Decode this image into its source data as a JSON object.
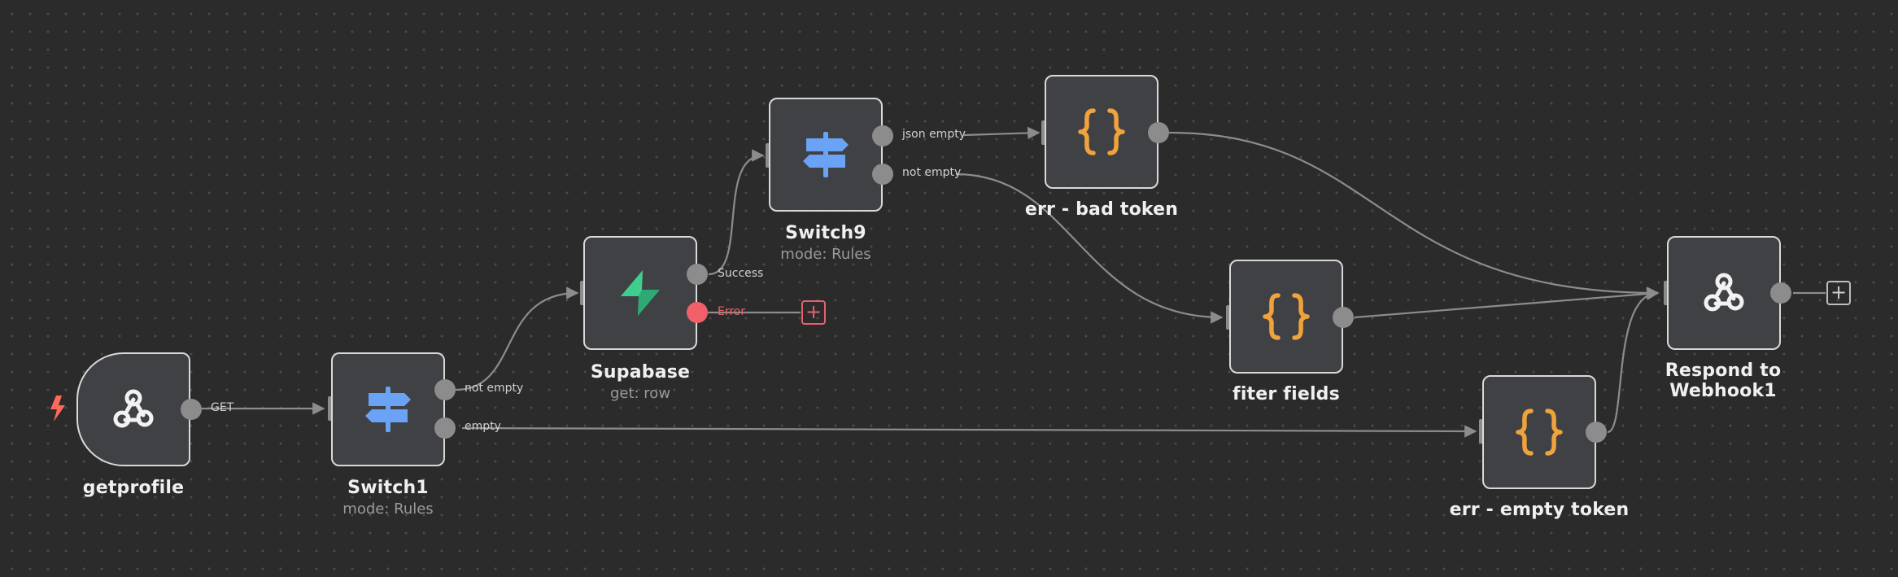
{
  "nodes": {
    "getprofile": {
      "title": "getprofile",
      "icon": "webhook-icon"
    },
    "switch1": {
      "title": "Switch1",
      "subtitle": "mode: Rules",
      "icon": "signpost-icon"
    },
    "supabase": {
      "title": "Supabase",
      "subtitle": "get: row",
      "icon": "supabase-icon"
    },
    "switch9": {
      "title": "Switch9",
      "subtitle": "mode: Rules",
      "icon": "signpost-icon"
    },
    "err_bad_token": {
      "title": "err - bad token",
      "icon": "code-braces-icon"
    },
    "filter_fields": {
      "title": "fiter fields",
      "icon": "code-braces-icon"
    },
    "err_empty_token": {
      "title": "err - empty token",
      "icon": "code-braces-icon"
    },
    "respond": {
      "title": "Respond to Webhook1",
      "icon": "webhook-icon"
    }
  },
  "port_labels": {
    "get": "GET",
    "not_empty": "not empty",
    "empty": "empty",
    "success": "Success",
    "error": "Error",
    "json_empty": "json empty",
    "not_empty_2": "not empty"
  },
  "add_symbol": "+",
  "colors": {
    "canvas": "#2b2b2b",
    "node_fill": "#404144",
    "node_border": "#d9d9d9",
    "edge": "#8c8c8c",
    "error": "#f0606a",
    "switch_icon": "#6aa3f5",
    "code_icon": "#f0a23c",
    "supabase_icon": "#3ecf8e",
    "trigger_bolt": "#ff6b5a"
  }
}
